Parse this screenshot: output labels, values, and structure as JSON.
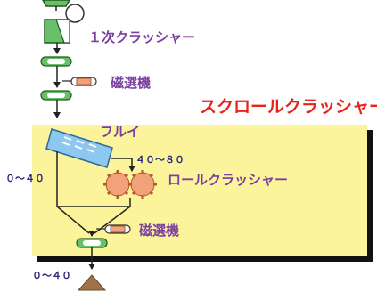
{
  "labels": {
    "primary_crusher": "１次クラッシャー",
    "magnetic_separator_1": "磁選機",
    "scroll_crusher": "スクロールクラッシャー",
    "screen": "フルイ",
    "size_40_80": "４０～８０",
    "size_0_40_left": "０～４０",
    "roll_crusher": "ロールクラッシャー",
    "magnetic_separator_2": "磁選機",
    "size_0_40_bottom": "０～４０"
  },
  "colors": {
    "panel_fill": "#fbf49a",
    "panel_shadow": "#111111",
    "equipment_green": "#6abf6a",
    "screen_blue": "#8ec8ee",
    "roll_orange": "#f2a27a",
    "pile_brown": "#a0724a",
    "title_red": "#e8231e",
    "label_purple": "#7a3fa0"
  }
}
